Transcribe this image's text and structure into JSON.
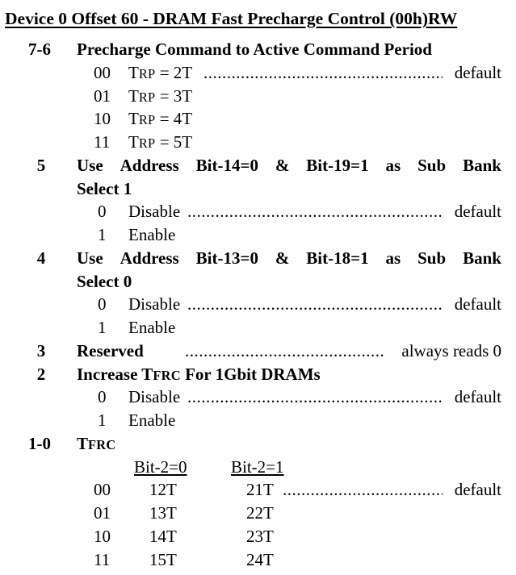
{
  "title": "Device 0 Offset 60 - DRAM Fast Precharge Control (00h)RW",
  "default_label": "default",
  "fields": {
    "f76": {
      "bits": "7-6",
      "name": "Precharge Command to Active Command Period",
      "options": [
        {
          "code": "00",
          "prefix": "T",
          "sub": "RP",
          "value": " = 2T"
        },
        {
          "code": "01",
          "prefix": "T",
          "sub": "RP",
          "value": " = 3T"
        },
        {
          "code": "10",
          "prefix": "T",
          "sub": "RP",
          "value": " = 4T"
        },
        {
          "code": "11",
          "prefix": "T",
          "sub": "RP",
          "value": " = 5T"
        }
      ]
    },
    "f5": {
      "bits": "5",
      "name_words": [
        "Use",
        "Address",
        "Bit-14=0",
        "&",
        "Bit-19=1",
        "as",
        "Sub",
        "Bank"
      ],
      "name_cont": "Select 1",
      "options": [
        {
          "code": "0",
          "label": "Disable"
        },
        {
          "code": "1",
          "label": "Enable"
        }
      ]
    },
    "f4": {
      "bits": "4",
      "name_words": [
        "Use",
        "Address",
        "Bit-13=0",
        "&",
        "Bit-18=1",
        "as",
        "Sub",
        "Bank"
      ],
      "name_cont": "Select 0",
      "options": [
        {
          "code": "0",
          "label": "Disable"
        },
        {
          "code": "1",
          "label": "Enable"
        }
      ]
    },
    "f3": {
      "bits": "3",
      "name": "Reserved",
      "note": "always reads 0"
    },
    "f2": {
      "bits": "2",
      "name_pre": "Increase T",
      "name_sub": "FRC",
      "name_post": " For 1Gbit DRAMs",
      "options": [
        {
          "code": "0",
          "label": "Disable"
        },
        {
          "code": "1",
          "label": "Enable"
        }
      ]
    },
    "f10": {
      "bits": "1-0",
      "name_prefix": "T",
      "name_sub": "FRC",
      "col_headers": [
        "Bit-2=0",
        "Bit-2=1"
      ],
      "rows": [
        {
          "code": "00",
          "a": "12T",
          "b": "21T"
        },
        {
          "code": "01",
          "a": "13T",
          "b": "22T"
        },
        {
          "code": "10",
          "a": "14T",
          "b": "23T"
        },
        {
          "code": "11",
          "a": "15T",
          "b": "24T"
        }
      ]
    }
  }
}
